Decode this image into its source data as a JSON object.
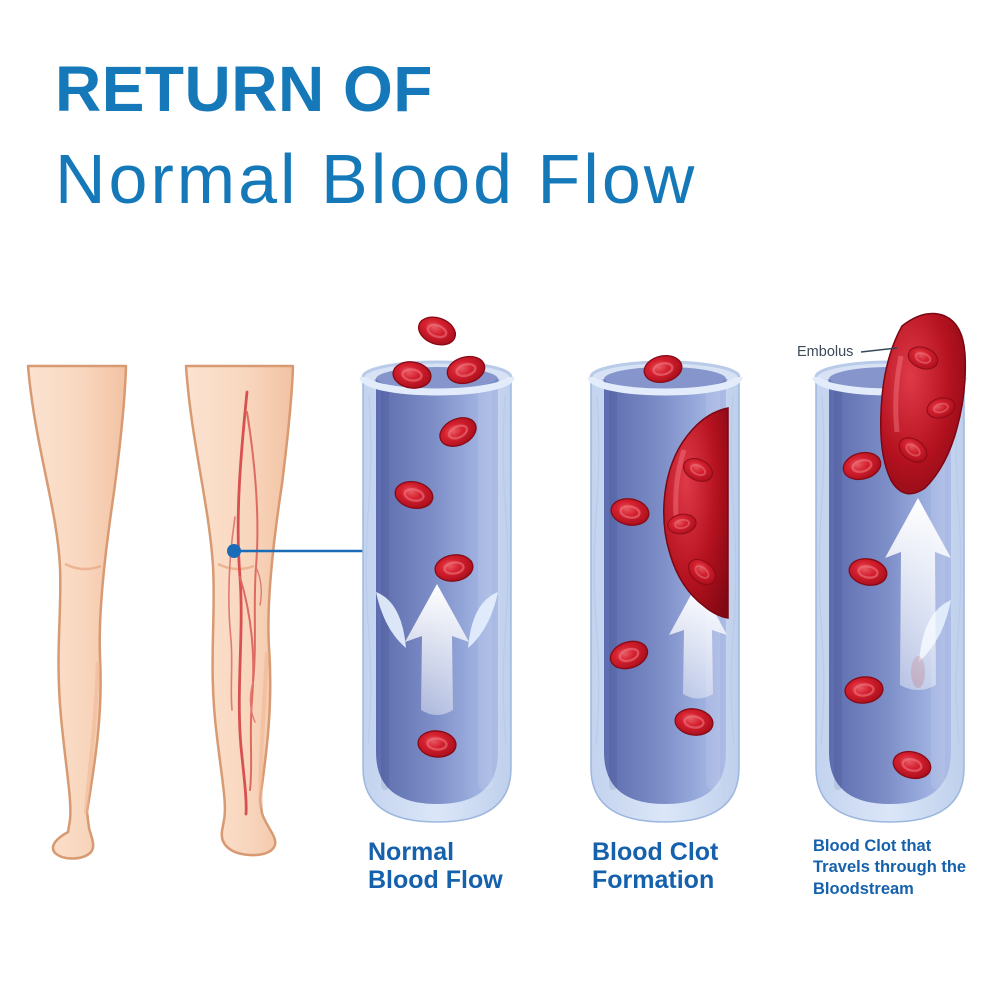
{
  "title": {
    "line1": "RETURN OF",
    "line2": "Normal Blood Flow"
  },
  "panels": [
    {
      "id": "normal-blood-flow",
      "label": "Normal\nBlood Flow"
    },
    {
      "id": "blood-clot-formation",
      "label": "Blood Clot\nFormation"
    },
    {
      "id": "blood-clot-travels",
      "label": "Blood Clot that\nTravels through the\nBloodstream"
    }
  ],
  "annotations": {
    "embolus": "Embolus"
  },
  "icons": [
    "up-arrow-icon (blood flow direction, one per vessel)",
    "connector-dot (links varicose leg vein to vessel close-up)"
  ],
  "colors": {
    "title_blue": "#1579b9",
    "label_blue": "#1661ac",
    "connector_blue": "#1b6cb8",
    "vessel_wall": "#d2dff4",
    "vessel_lumen_dark": "#5d6cae",
    "vessel_lumen_light": "#adbce6",
    "blood_cell_red": "#c41525",
    "clot_red": "#9d0f1d",
    "skin": "#f8d6bd",
    "skin_outline": "#d79a72",
    "vein_red": "#d85050",
    "background": "#ffffff"
  }
}
